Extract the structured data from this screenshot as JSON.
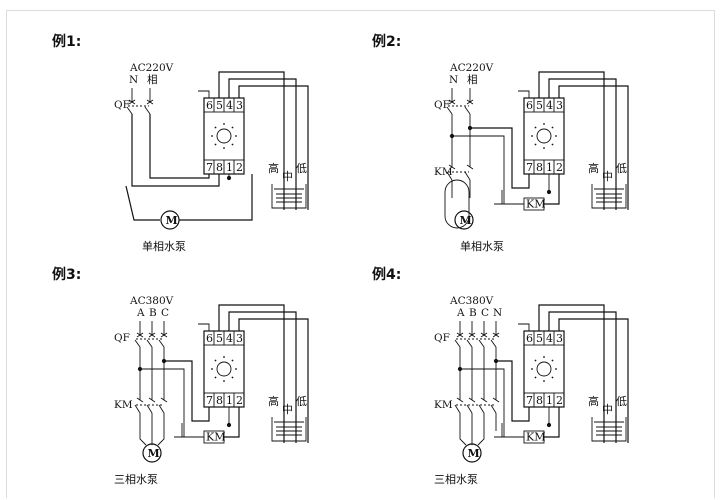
{
  "examples": [
    {
      "label": "例1:",
      "supply": "AC220V",
      "phases": [
        "N",
        "相"
      ],
      "qf": "QF",
      "km": "",
      "km_box": "",
      "pump_label": "单相水泵",
      "terminals_top": [
        "6",
        "5",
        "4",
        "3"
      ],
      "terminals_bottom": [
        "7",
        "8",
        "1",
        "2"
      ],
      "levels": [
        "高",
        "中",
        "低"
      ]
    },
    {
      "label": "例2:",
      "supply": "AC220V",
      "phases": [
        "N",
        "相"
      ],
      "qf": "QF",
      "km": "KM",
      "km_box": "KM",
      "pump_label": "单相水泵",
      "terminals_top": [
        "6",
        "5",
        "4",
        "3"
      ],
      "terminals_bottom": [
        "7",
        "8",
        "1",
        "2"
      ],
      "levels": [
        "高",
        "中",
        "低"
      ]
    },
    {
      "label": "例3:",
      "supply": "AC380V",
      "phases": [
        "A",
        "B",
        "C"
      ],
      "qf": "QF",
      "km": "KM",
      "km_box": "KM",
      "pump_label": "三相水泵",
      "terminals_top": [
        "6",
        "5",
        "4",
        "3"
      ],
      "terminals_bottom": [
        "7",
        "8",
        "1",
        "2"
      ],
      "levels": [
        "高",
        "中",
        "低"
      ]
    },
    {
      "label": "例4:",
      "supply": "AC380V",
      "phases": [
        "A",
        "B",
        "C",
        "N"
      ],
      "qf": "QF",
      "km": "KM",
      "km_box": "KM",
      "pump_label": "三相水泵",
      "terminals_top": [
        "6",
        "5",
        "4",
        "3"
      ],
      "terminals_bottom": [
        "7",
        "8",
        "1",
        "2"
      ],
      "levels": [
        "高",
        "中",
        "低"
      ]
    }
  ],
  "motor_symbol": "M"
}
